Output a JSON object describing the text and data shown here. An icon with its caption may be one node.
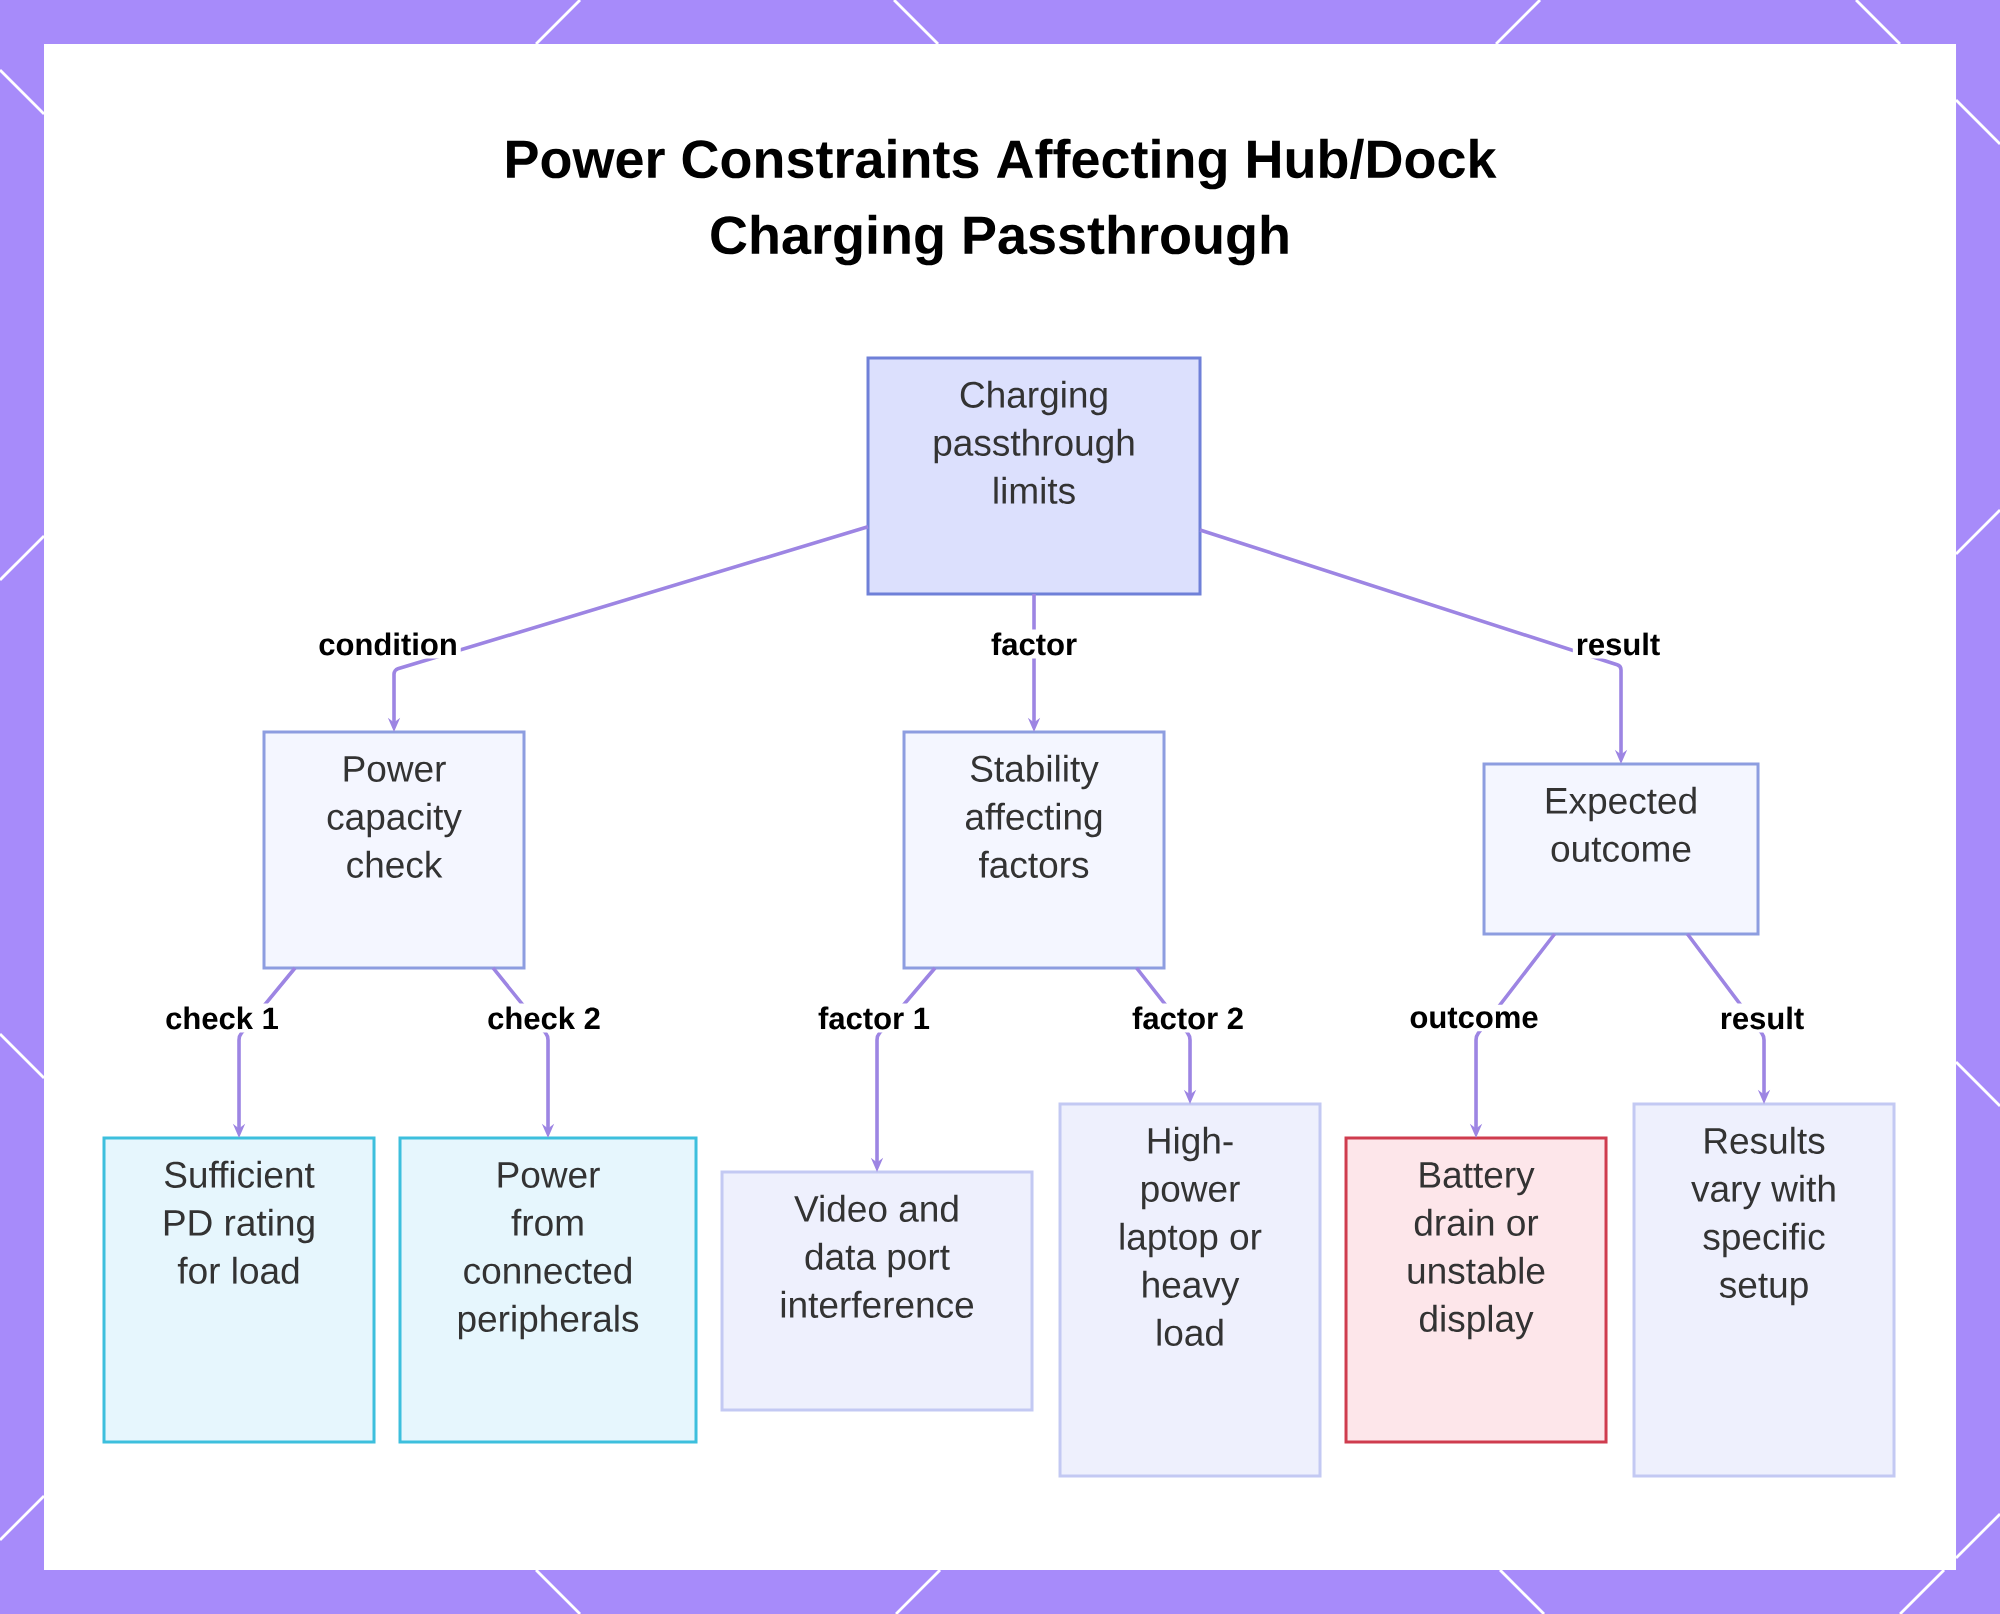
{
  "diagram": {
    "title": "Power Constraints Affecting Hub/Dock Charging Passthrough",
    "nodes": [
      {
        "text": [
          "Charging passthrough limits"
        ]
      },
      {
        "text": [
          "Power capacity check"
        ]
      },
      {
        "text": [
          "Stability affecting factors"
        ]
      },
      {
        "text": [
          "Expected outcome"
        ]
      },
      {
        "text": [
          "Sufficient PD rating for load"
        ]
      },
      {
        "text": [
          "Power from connected peripherals"
        ]
      },
      {
        "text": [
          "Video and data port interference"
        ]
      },
      {
        "text": [
          "High-power laptop or heavy load"
        ]
      },
      {
        "text": [
          "Battery drain or unstable display"
        ]
      },
      {
        "text": [
          "Results vary with specific setup"
        ]
      }
    ],
    "edges": [
      {
        "from": 0,
        "to": 1,
        "arrow": "to",
        "label": "condition"
      },
      {
        "from": 0,
        "to": 2,
        "arrow": "to",
        "label": "factor"
      },
      {
        "from": 0,
        "to": 3,
        "arrow": "to",
        "label": "result"
      },
      {
        "from": 1,
        "to": 4,
        "arrow": "to",
        "label": "check 1"
      },
      {
        "from": 1,
        "to": 5,
        "arrow": "to",
        "label": "check 2"
      },
      {
        "from": 2,
        "to": 6,
        "arrow": "to",
        "label": "factor 1"
      },
      {
        "from": 2,
        "to": 7,
        "arrow": "to",
        "label": "factor 2"
      },
      {
        "from": 3,
        "to": 8,
        "arrow": "to",
        "label": "outcome"
      },
      {
        "from": 3,
        "to": 9,
        "arrow": "to",
        "label": "result"
      }
    ]
  }
}
